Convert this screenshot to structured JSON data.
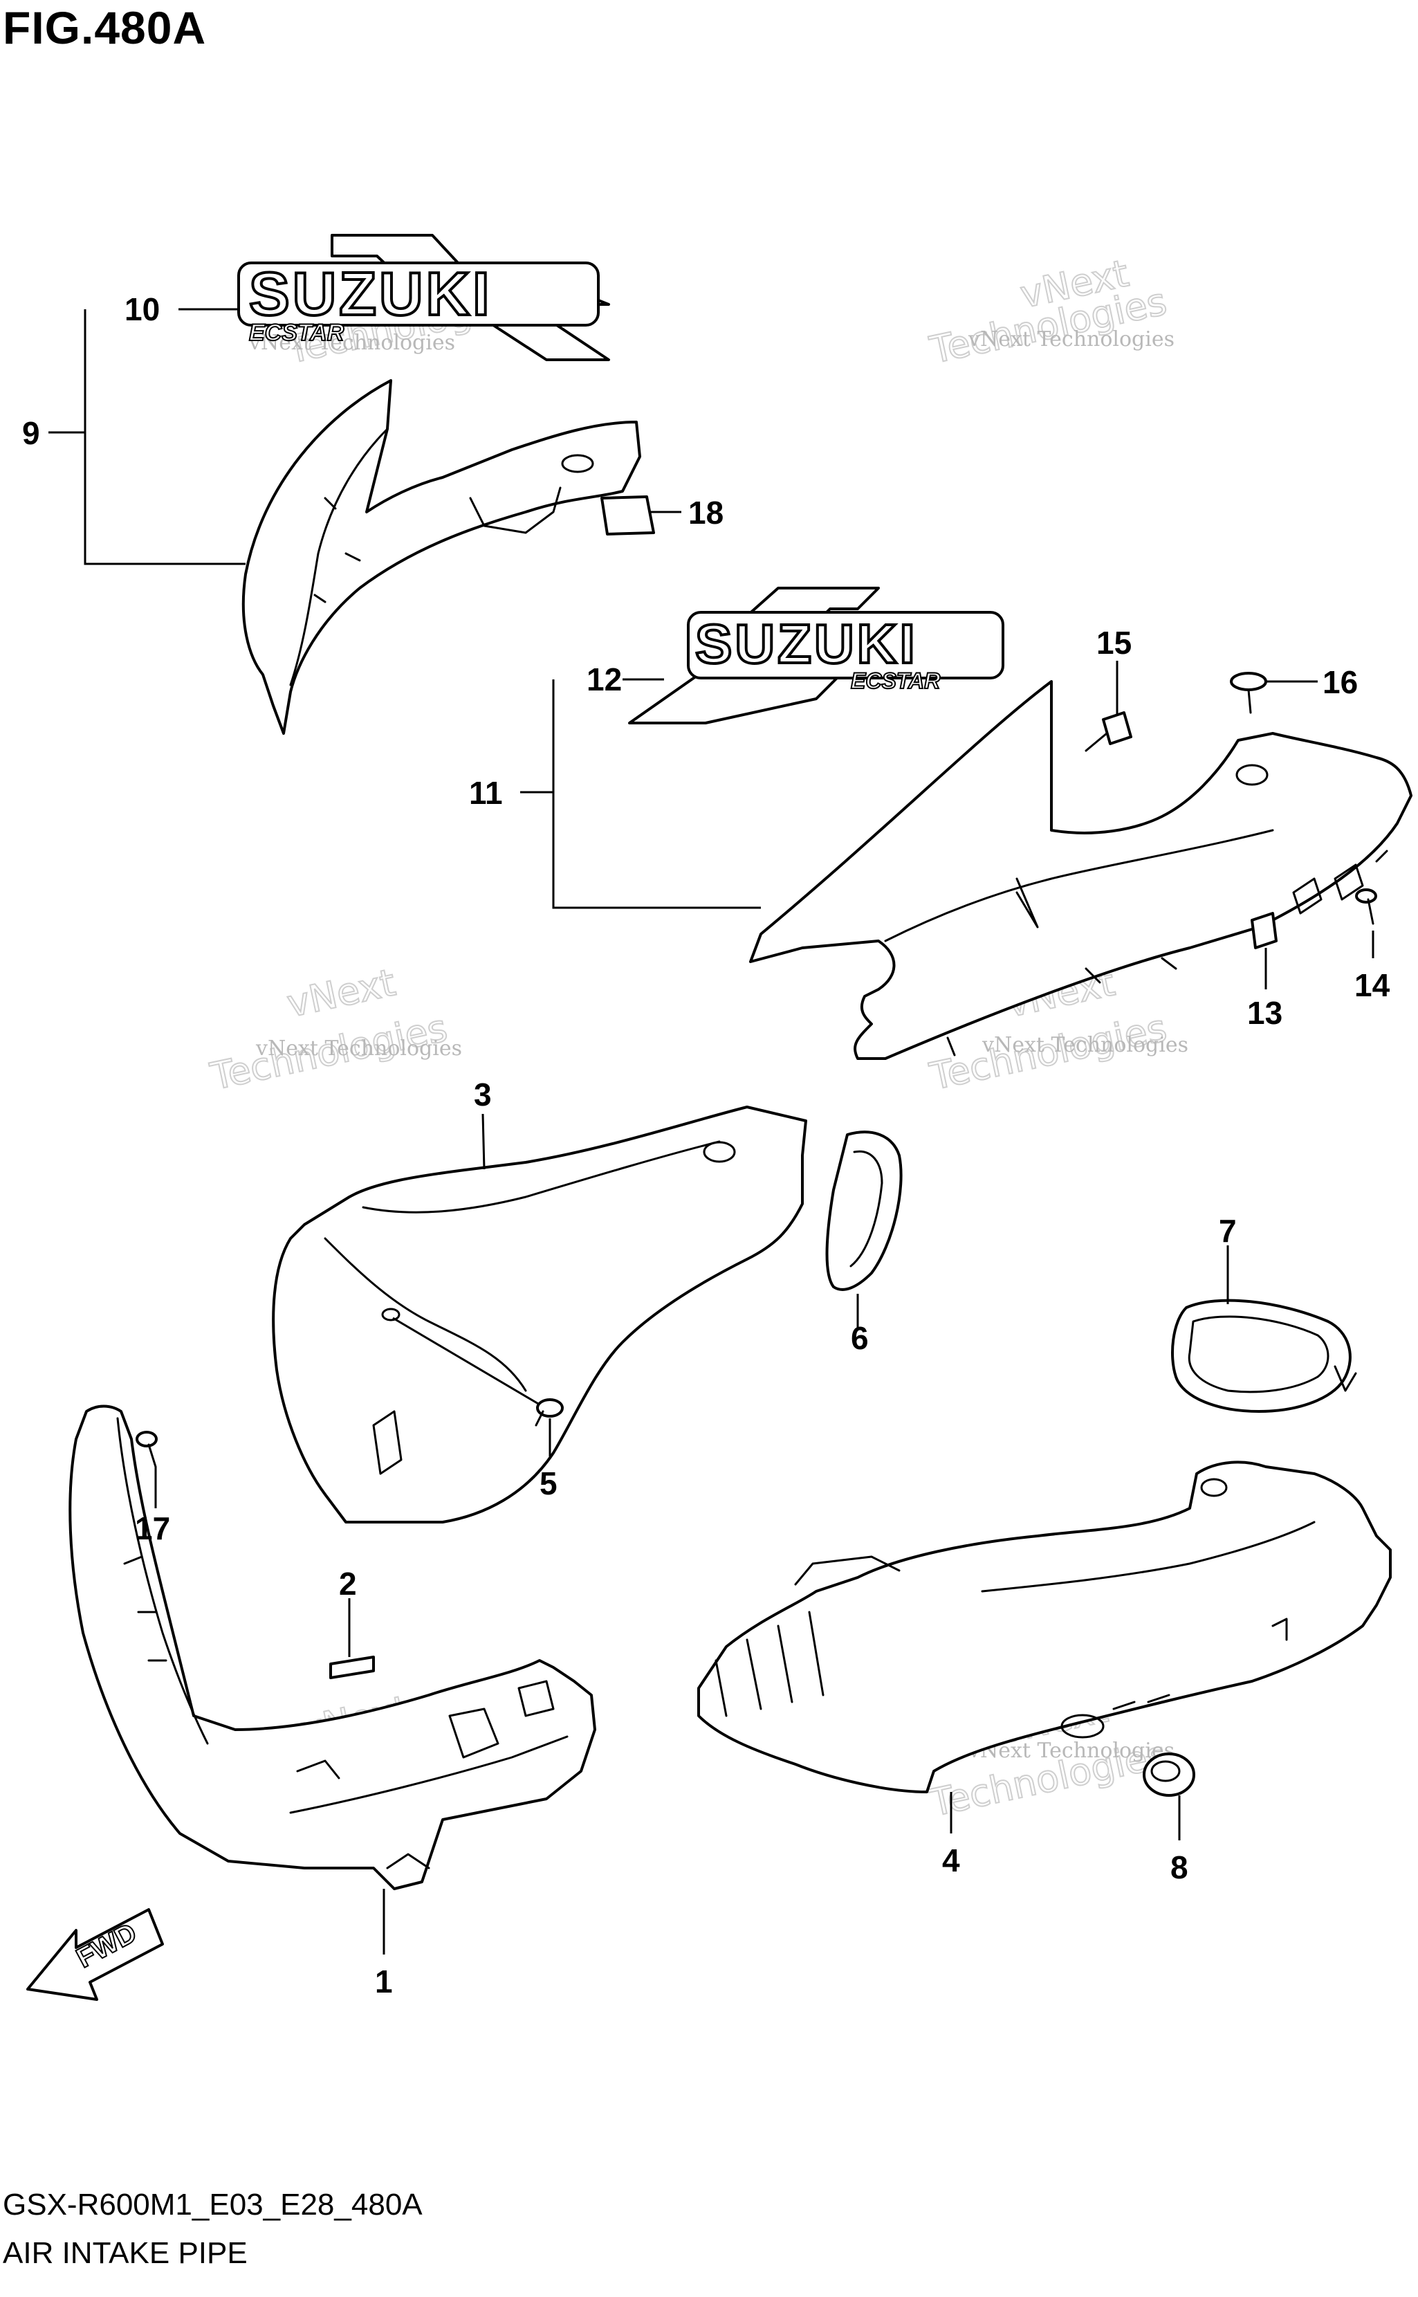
{
  "figure": {
    "title": "FIG.480A"
  },
  "footer": {
    "code": "GSX-R600M1_E03_E28_480A",
    "name": "AIR INTAKE PIPE"
  },
  "logos": {
    "brand": "SUZUKI",
    "sub": "ECSTAR"
  },
  "fwd_label": "FWD",
  "watermark": {
    "line1": "vNext",
    "line2": "vNext Technologies",
    "line3": "Technologies"
  },
  "callouts": [
    {
      "id": "1",
      "label": "1"
    },
    {
      "id": "2",
      "label": "2"
    },
    {
      "id": "3",
      "label": "3"
    },
    {
      "id": "4",
      "label": "4"
    },
    {
      "id": "5",
      "label": "5"
    },
    {
      "id": "6",
      "label": "6"
    },
    {
      "id": "7",
      "label": "7"
    },
    {
      "id": "8",
      "label": "8"
    },
    {
      "id": "9",
      "label": "9"
    },
    {
      "id": "10",
      "label": "10"
    },
    {
      "id": "11",
      "label": "11"
    },
    {
      "id": "12",
      "label": "12"
    },
    {
      "id": "13",
      "label": "13"
    },
    {
      "id": "14",
      "label": "14"
    },
    {
      "id": "15",
      "label": "15"
    },
    {
      "id": "16",
      "label": "16"
    },
    {
      "id": "17",
      "label": "17"
    },
    {
      "id": "18",
      "label": "18"
    }
  ]
}
